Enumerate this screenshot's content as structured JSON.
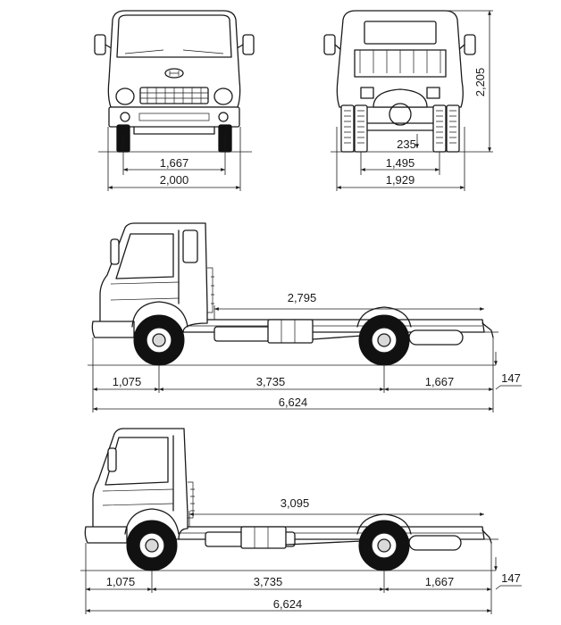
{
  "dimensions": {
    "front_track": "1,667",
    "front_width": "2,000",
    "rear_track": "1,495",
    "rear_width": "1,929",
    "ground_clearance": "235",
    "overall_height": "2,205",
    "side1_frame_length": "2,795",
    "side2_frame_length": "3,095",
    "front_overhang": "1,075",
    "wheelbase": "3,735",
    "rear_overhang": "1,667",
    "frame_height": "147",
    "overall_length": "6,624"
  }
}
